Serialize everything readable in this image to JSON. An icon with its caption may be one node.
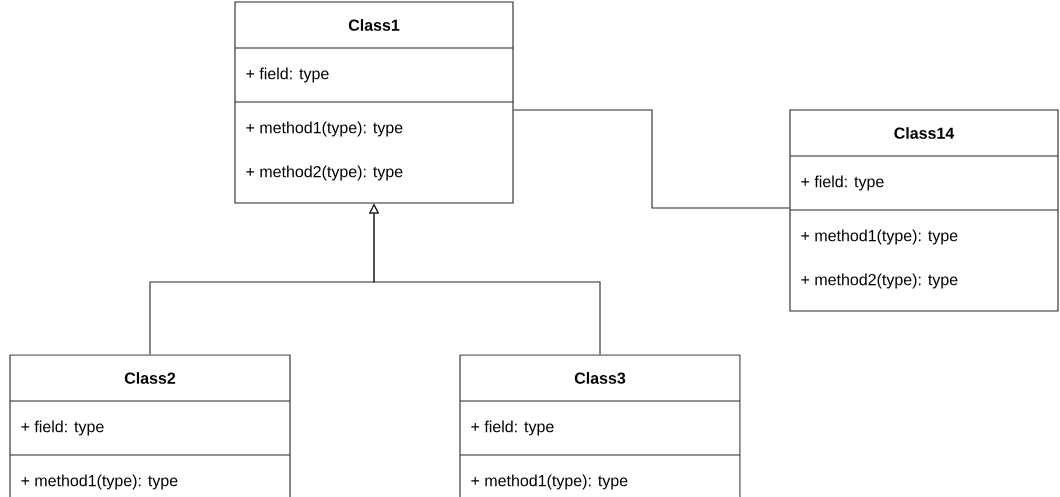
{
  "diagram": {
    "nodes": [
      {
        "text": [
          "Class1",
          "+ field: type",
          "+ method1(type): type",
          "+ method2(type): type"
        ]
      },
      {
        "text": [
          "Class14",
          "+ field: type",
          "+ method1(type): type",
          "+ method2(type): type"
        ]
      },
      {
        "text": [
          "Class2",
          "+ field: type",
          "+ method1(type): type"
        ]
      },
      {
        "text": [
          "Class3",
          "+ field: type",
          "+ method1(type): type"
        ]
      }
    ],
    "edges": [
      {
        "from": 0,
        "to": 1,
        "arrow": "none"
      },
      {
        "from": 2,
        "to": 0,
        "arrow": "to"
      },
      {
        "from": 3,
        "to": 0,
        "arrow": "to"
      }
    ]
  }
}
